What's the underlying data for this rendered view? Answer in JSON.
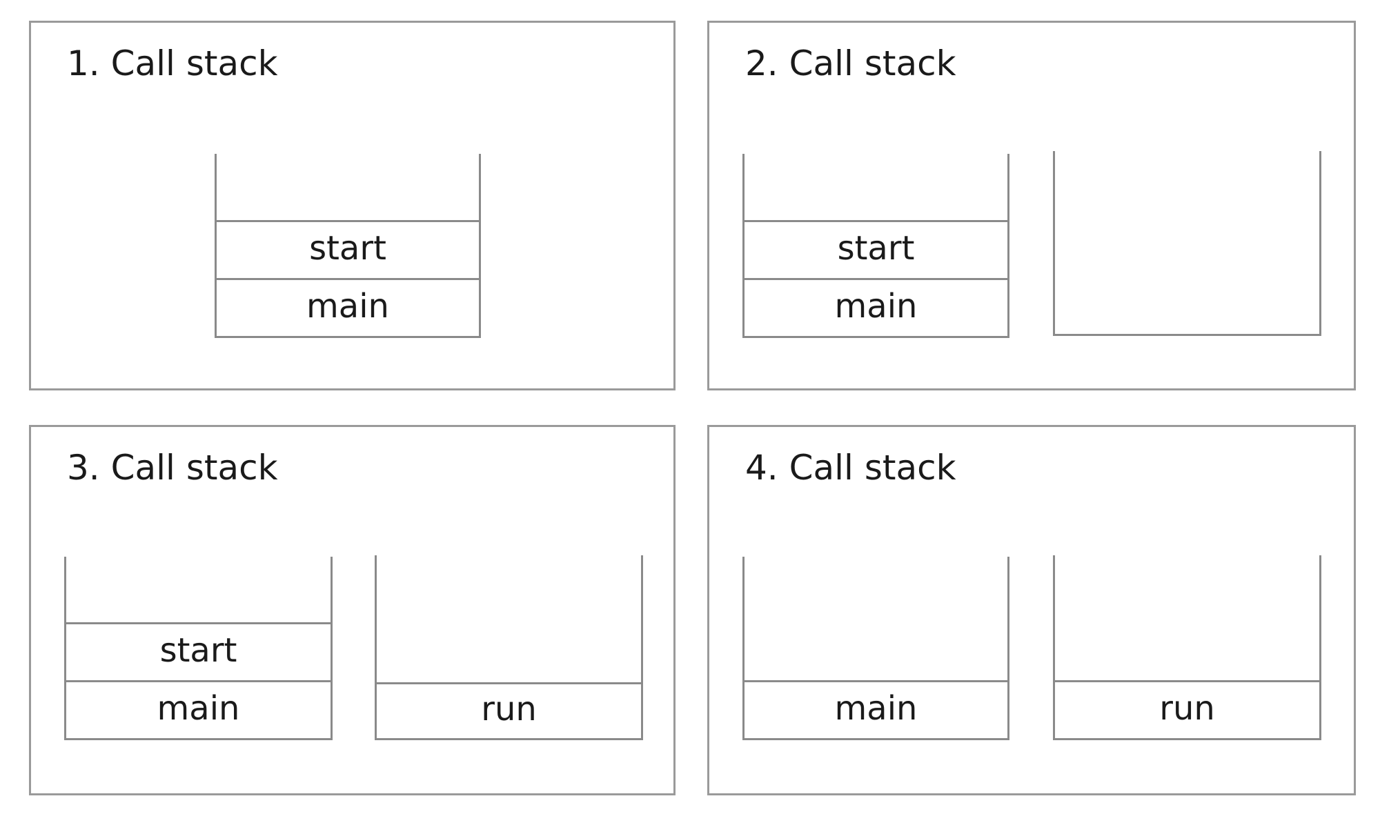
{
  "panels": [
    {
      "title": "1. Call stack",
      "stacks": [
        {
          "frames": [
            "main",
            "start"
          ]
        }
      ]
    },
    {
      "title": "2. Call stack",
      "stacks": [
        {
          "frames": [
            "main",
            "start"
          ]
        },
        {
          "frames": []
        }
      ]
    },
    {
      "title": "3. Call stack",
      "stacks": [
        {
          "frames": [
            "main",
            "start"
          ]
        },
        {
          "frames": [
            "run"
          ]
        }
      ]
    },
    {
      "title": "4. Call stack",
      "stacks": [
        {
          "frames": [
            "main"
          ]
        },
        {
          "frames": [
            "run"
          ]
        }
      ]
    }
  ]
}
